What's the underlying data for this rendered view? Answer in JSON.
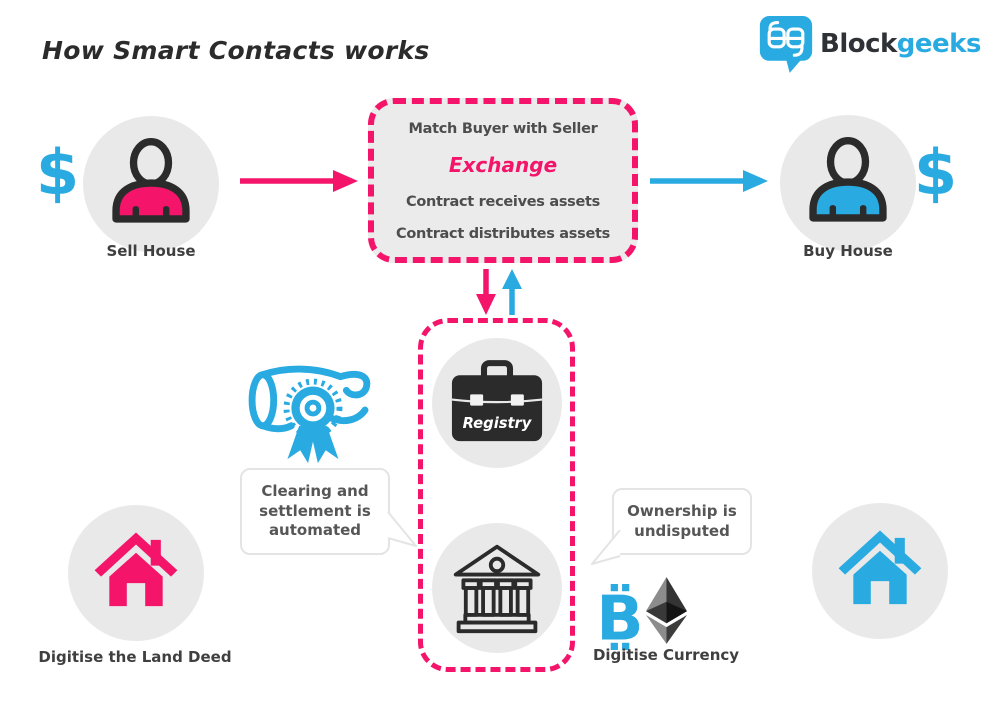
{
  "title": "How Smart Contacts works",
  "logo": {
    "brand_dark": "Block",
    "brand_light": "geeks"
  },
  "colors": {
    "pink": "#F4156B",
    "blue": "#29ABE2",
    "circle_gray": "#E9E9E9",
    "box_fill": "#EBEBEB",
    "dark": "#2B2B2B"
  },
  "seller": {
    "label": "Sell House",
    "currency_symbol": "$"
  },
  "buyer": {
    "label": "Buy House",
    "currency_symbol": "$"
  },
  "exchange_box": {
    "step1": "Match Buyer with Seller",
    "highlight": "Exchange",
    "step2": "Contract receives assets",
    "step3": "Contract distributes assets"
  },
  "registry_label": "Registry",
  "bubbles": {
    "left": "Clearing and settlement is automated",
    "right": "Ownership is undisputed"
  },
  "bottom": {
    "land_deed_label": "Digitise the Land Deed",
    "currency_label": "Digitise Currency",
    "bitcoin_letter": "B"
  }
}
